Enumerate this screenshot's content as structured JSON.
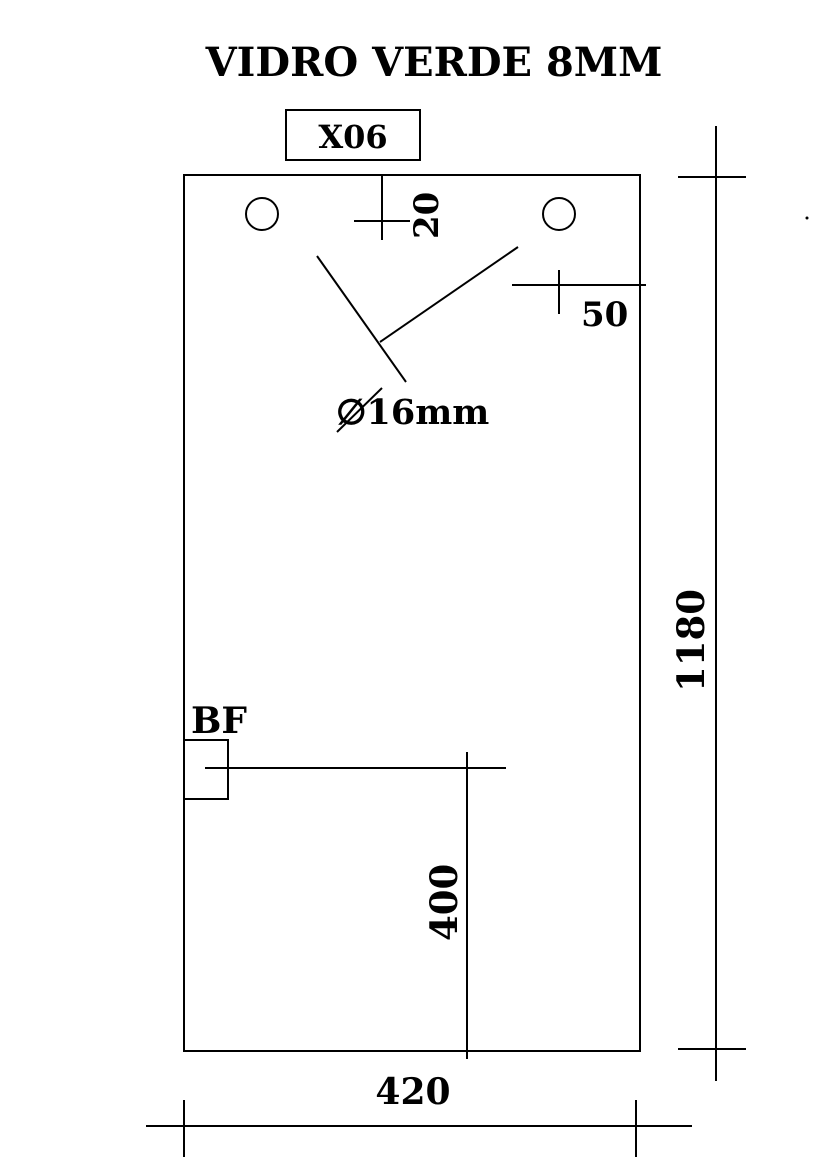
{
  "title": "VIDRO VERDE 8MM",
  "piece_code": "X06",
  "labels": {
    "hole_top_offset": "20",
    "hole_side_offset": "50",
    "hole_diameter": "∅16mm",
    "bottom_fitting": "BF",
    "height_dimension": "1180",
    "width_dimension": "420",
    "fitting_height_dimension": "400"
  }
}
